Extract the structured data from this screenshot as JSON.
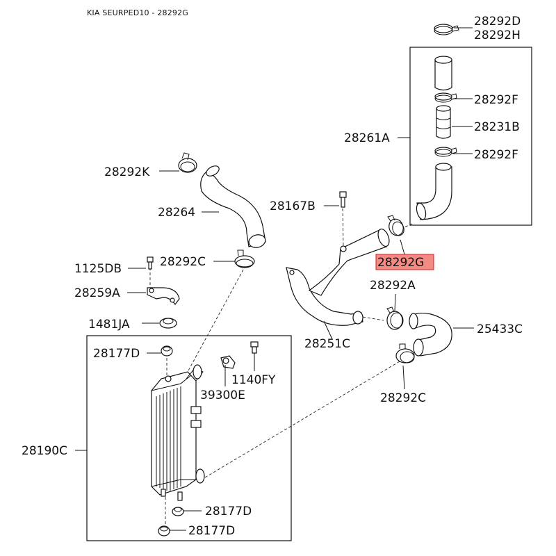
{
  "header": {
    "title": "KIA SEURPED10 - 28292G"
  },
  "labels": {
    "l_28292D": "28292D",
    "l_28292H": "28292H",
    "l_28292F_top": "28292F",
    "l_28231B": "28231B",
    "l_28261A": "28261A",
    "l_28292F_bot": "28292F",
    "l_28292K": "28292K",
    "l_28264": "28264",
    "l_28167B": "28167B",
    "l_28292G": "28292G",
    "l_1125DB": "1125DB",
    "l_28292C_top": "28292C",
    "l_28259A": "28259A",
    "l_28292A": "28292A",
    "l_1481JA": "1481JA",
    "l_25433C": "25433C",
    "l_28251C": "28251C",
    "l_28177D_top": "28177D",
    "l_1140FY": "1140FY",
    "l_39300E": "39300E",
    "l_28292C_bot": "28292C",
    "l_28190C": "28190C",
    "l_28177D_mid": "28177D",
    "l_28177D_bot": "28177D"
  },
  "highlight": {
    "part": "28292G",
    "color": "#f28b84",
    "border": "#d11f1f"
  }
}
